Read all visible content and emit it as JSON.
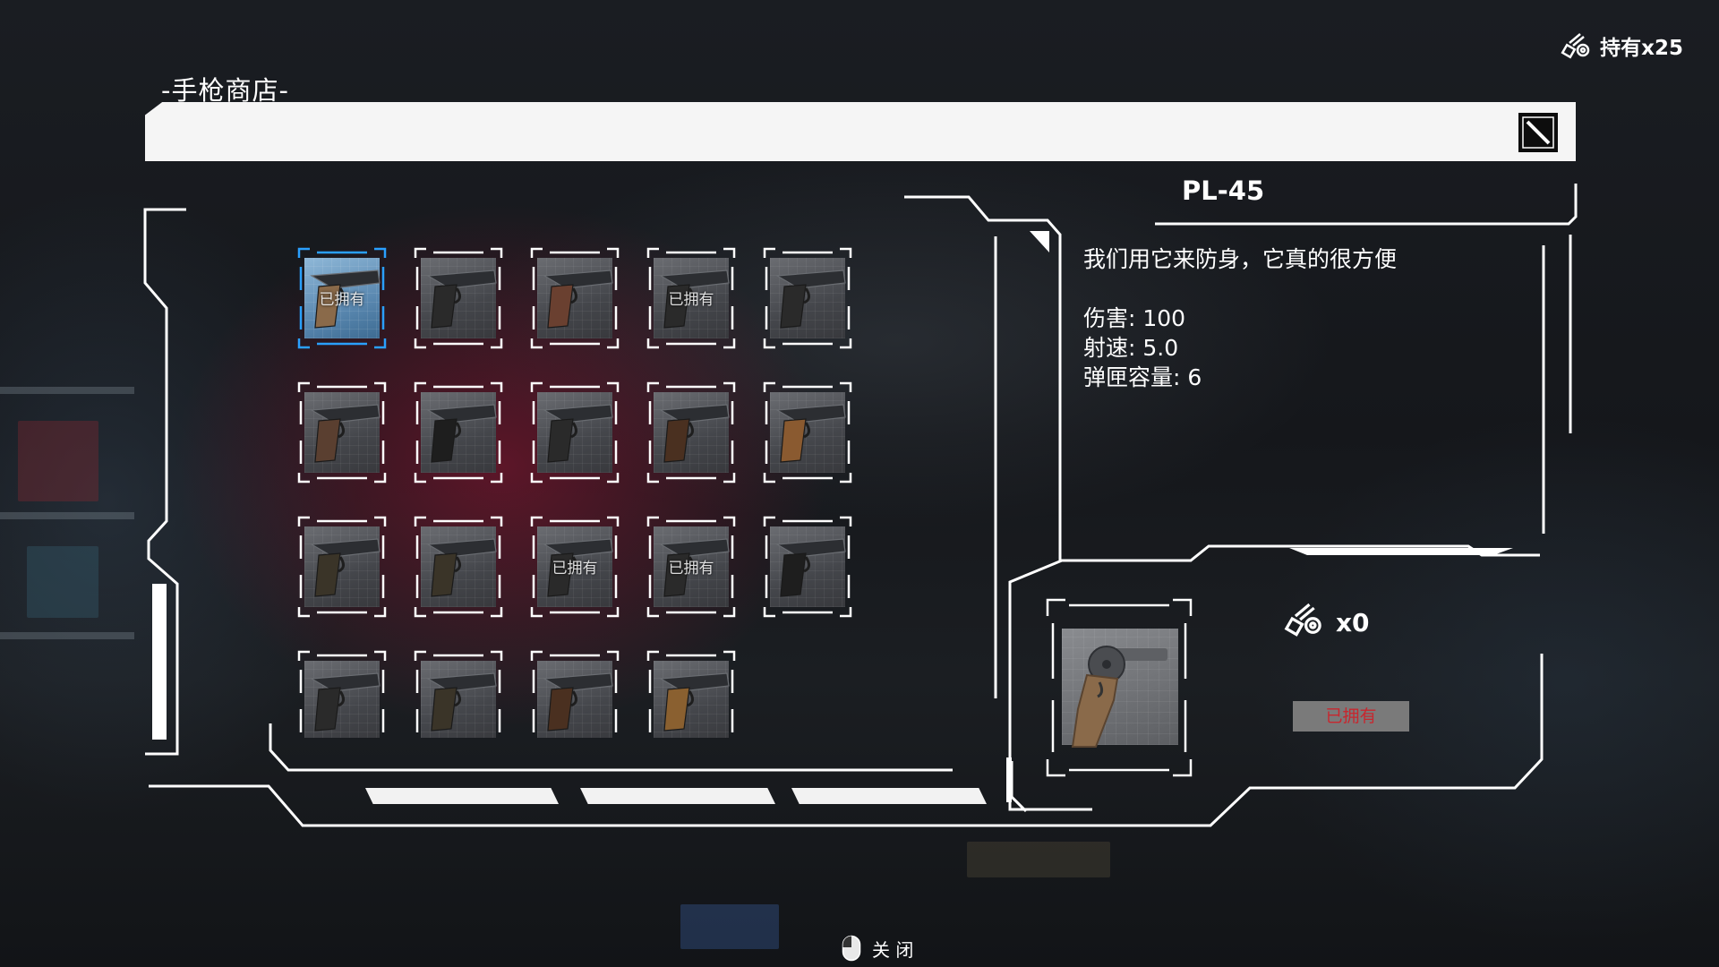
{
  "shop": {
    "title": "-手枪商店-"
  },
  "currency": {
    "icon": "bolt-nut-icon",
    "label": "持有x25"
  },
  "grid": {
    "owned_label": "已拥有",
    "slots": [
      {
        "name": "slot-revolver",
        "owned": true,
        "selected": true,
        "grip": "#8a6a4a"
      },
      {
        "name": "slot-pistol-2",
        "owned": false,
        "selected": false,
        "grip": "#2a2a2a"
      },
      {
        "name": "slot-pistol-3",
        "owned": false,
        "selected": false,
        "grip": "#6a4030"
      },
      {
        "name": "slot-pistol-4",
        "owned": true,
        "selected": false,
        "grip": "#2a2a2a"
      },
      {
        "name": "slot-pistol-5",
        "owned": false,
        "selected": false,
        "grip": "#2a2a2a"
      },
      {
        "name": "slot-pistol-6",
        "owned": false,
        "selected": false,
        "grip": "#5a3f30"
      },
      {
        "name": "slot-pistol-7",
        "owned": false,
        "selected": false,
        "grip": "#1e1e1e"
      },
      {
        "name": "slot-pistol-8",
        "owned": false,
        "selected": false,
        "grip": "#2a2a2a"
      },
      {
        "name": "slot-pistol-9",
        "owned": false,
        "selected": false,
        "grip": "#4a3020"
      },
      {
        "name": "slot-pistol-10",
        "owned": false,
        "selected": false,
        "grip": "#8a5a30"
      },
      {
        "name": "slot-pistol-11",
        "owned": false,
        "selected": false,
        "grip": "#3a3428"
      },
      {
        "name": "slot-pistol-12",
        "owned": false,
        "selected": false,
        "grip": "#3a3428"
      },
      {
        "name": "slot-pistol-13",
        "owned": true,
        "selected": false,
        "grip": "#2a2a2a"
      },
      {
        "name": "slot-pistol-14",
        "owned": true,
        "selected": false,
        "grip": "#2a2a2a"
      },
      {
        "name": "slot-pistol-15",
        "owned": false,
        "selected": false,
        "grip": "#1e1e1e"
      },
      {
        "name": "slot-pistol-16",
        "owned": false,
        "selected": false,
        "grip": "#2a2a2a"
      },
      {
        "name": "slot-pistol-17",
        "owned": false,
        "selected": false,
        "grip": "#3a3428"
      },
      {
        "name": "slot-pistol-18",
        "owned": false,
        "selected": false,
        "grip": "#4a3020"
      },
      {
        "name": "slot-pistol-19",
        "owned": false,
        "selected": false,
        "grip": "#8a6030"
      }
    ]
  },
  "detail": {
    "name": "PL-45",
    "description": "我们用它来防身，它真的很方便",
    "stats": [
      "伤害: 100",
      "射速: 5.0",
      "弹匣容量: 6"
    ],
    "price": "x0",
    "price_icon": "bolt-nut-icon",
    "status_button": "已拥有"
  },
  "hint": {
    "icon": "mouse-right-click-icon",
    "label": "关 闭"
  },
  "colors": {
    "accent_selected": "#2aa0ff",
    "owned_text": "#c8262e",
    "frame": "#ffffff"
  }
}
